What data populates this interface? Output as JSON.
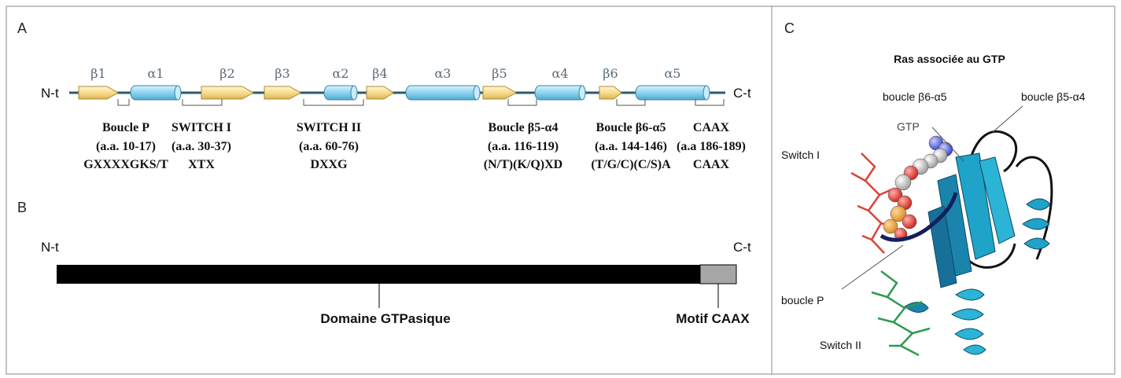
{
  "panel_a": {
    "label": "A",
    "n_term": "N-t",
    "c_term": "C-t",
    "elements": [
      {
        "type": "strand",
        "label": "β1"
      },
      {
        "type": "helix",
        "label": "α1"
      },
      {
        "type": "strand",
        "label": "β2"
      },
      {
        "type": "strand",
        "label": "β3"
      },
      {
        "type": "helix",
        "label": "α2"
      },
      {
        "type": "strand",
        "label": "β4"
      },
      {
        "type": "helix",
        "label": "α3"
      },
      {
        "type": "strand",
        "label": "β5"
      },
      {
        "type": "helix",
        "label": "α4"
      },
      {
        "type": "strand",
        "label": "β6"
      },
      {
        "type": "helix",
        "label": "α5"
      }
    ],
    "motifs": [
      {
        "name": "Boucle P",
        "range": "(a.a. 10-17)",
        "sequence": "GXXXXGKS/T"
      },
      {
        "name": "SWITCH I",
        "range": "(a.a. 30-37)",
        "sequence": "XTX"
      },
      {
        "name": "SWITCH II",
        "range": "(a.a. 60-76)",
        "sequence": "DXXG"
      },
      {
        "name": "Boucle β5-α4",
        "range": "(a.a. 116-119)",
        "sequence": "(N/T)(K/Q)XD"
      },
      {
        "name": "Boucle β6-α5",
        "range": "(a.a. 144-146)",
        "sequence": "(T/G/C)(C/S)A"
      },
      {
        "name": "CAAX",
        "range": "(a.a 186-189)",
        "sequence": "CAAX"
      }
    ]
  },
  "panel_b": {
    "label": "B",
    "n_term": "N-t",
    "c_term": "C-t",
    "domain_label": "Domaine GTPasique",
    "motif_label": "Motif CAAX"
  },
  "panel_c": {
    "label": "C",
    "title": "Ras associée au GTP",
    "labels": {
      "loop_b6a5": "boucle  β6-α5",
      "loop_b5a4": "boucle  β5-α4",
      "gtp": "GTP",
      "switch1": "Switch I",
      "ploop": "boucle  P",
      "switch2": "Switch II"
    }
  },
  "colors": {
    "strand_fill": "#f8dc8c",
    "helix_fill": "#8fd3f0",
    "backbone": "#2d5a6b",
    "domain_bar": "#000000",
    "caax_bar": "#a6a6a6",
    "ribbon": "#1fa3c8",
    "switch1": "#d9443a",
    "switch2": "#2e9b4f"
  }
}
